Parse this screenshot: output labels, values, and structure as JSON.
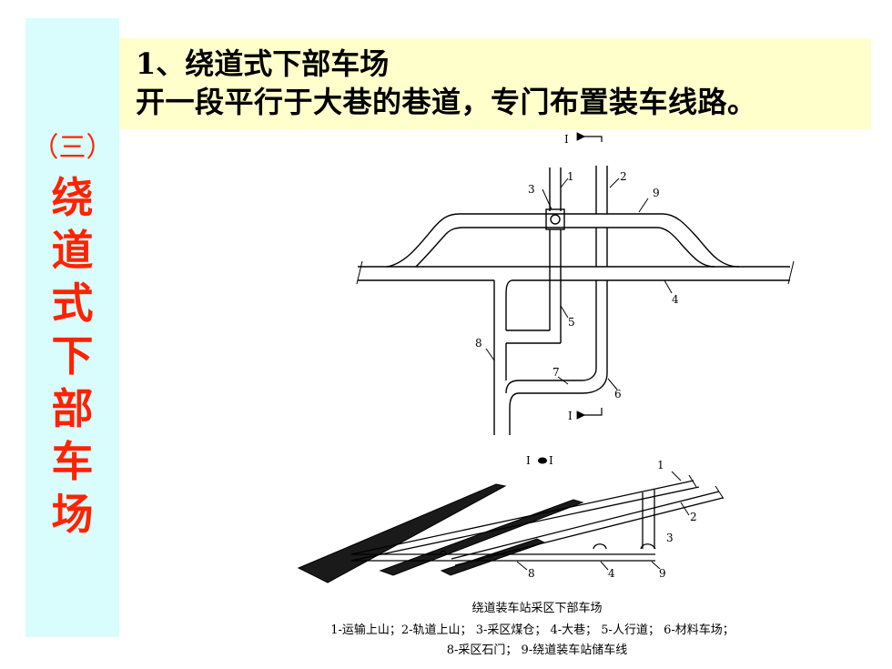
{
  "sidebar": {
    "subtitle": "（三）",
    "title_chars": [
      "绕",
      "道",
      "式",
      "下",
      "部",
      "车",
      "场"
    ]
  },
  "header": {
    "line1": "1、绕道式下部车场",
    "line2": "开一段平行于大巷的巷道，专门布置装车线路。"
  },
  "plan_labels": {
    "section_top": "I",
    "section_bottom": "I",
    "l1": "1",
    "l2": "2",
    "l3": "3",
    "l4": "4",
    "l5": "5",
    "l6": "6",
    "l7": "7",
    "l8": "8",
    "l9": "9"
  },
  "section_view": {
    "title_left": "I",
    "title_right": "I",
    "l1": "1",
    "l2": "2",
    "l3": "3",
    "l4": "4",
    "l8": "8",
    "l9": "9"
  },
  "caption": {
    "title": "绕道装车站采区下部车场",
    "legend_line1": "1-运输上山；2-轨道上山；  3-采区煤仓；  4-大巷；  5-人行道；  6-材料车场；",
    "legend_line2": "8-采区石门；  9-绕道装车站储车线"
  },
  "colors": {
    "sidebar_bg": "#d9fdfc",
    "sidebar_text": "#ff2200",
    "header_bg": "#ffffcc"
  }
}
